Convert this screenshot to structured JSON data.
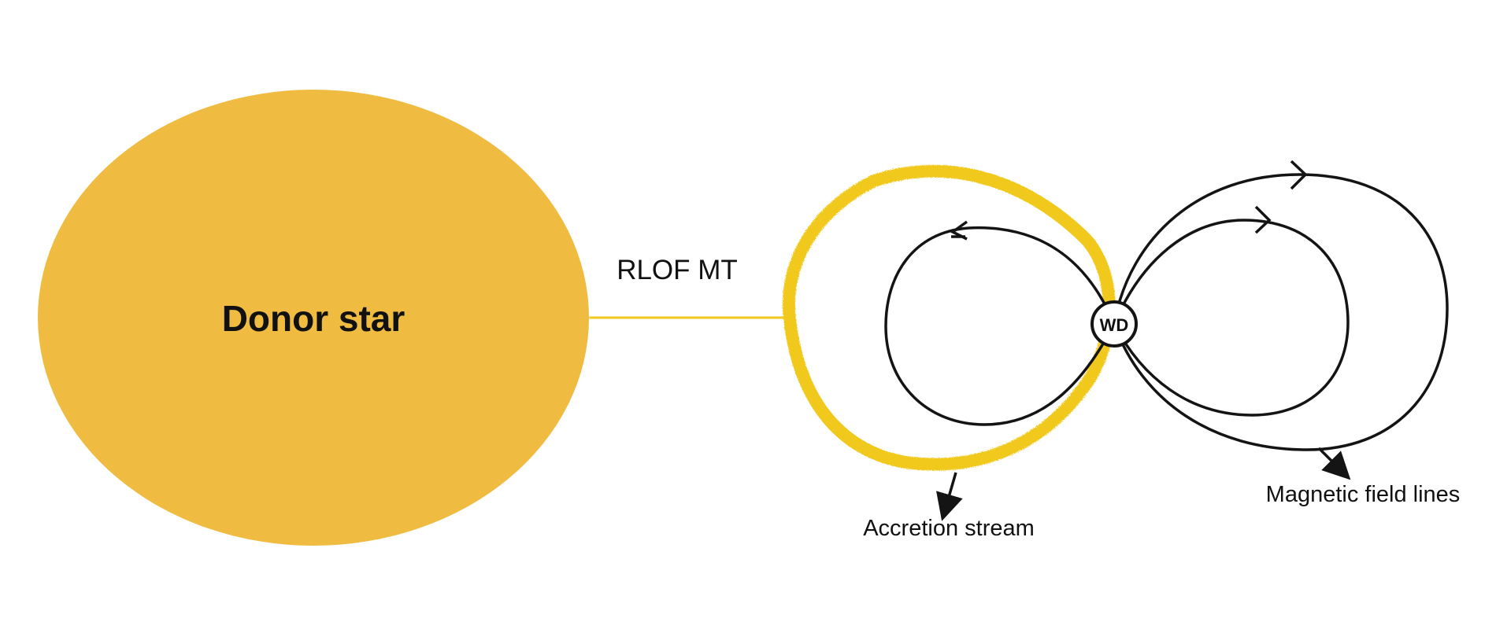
{
  "labels": {
    "donor_star": "Donor star",
    "rlof": "RLOF MT",
    "white_dwarf": "WD",
    "accretion_stream": "Accretion stream",
    "magnetic_field_lines": "Magnetic field lines"
  },
  "colors": {
    "star": "#efbb41",
    "stream": "#f0c91e",
    "lines": "#141414",
    "background": "#ffffff"
  }
}
